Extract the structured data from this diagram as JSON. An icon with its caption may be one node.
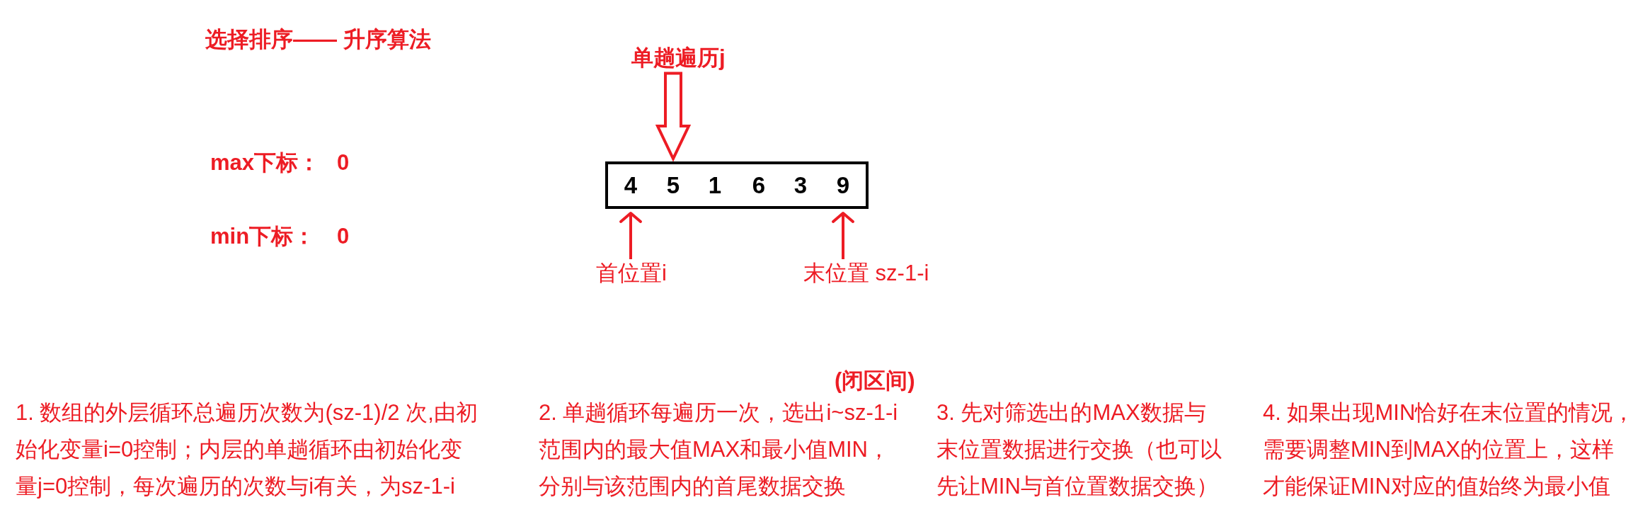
{
  "diagram": {
    "title": "选择排序—— 升序算法",
    "nodes": [
      {
        "text": [
          "单趟遍历j"
        ]
      },
      {
        "text": [],
        "shape": "box"
      },
      {
        "text": [
          "4"
        ],
        "in": 1
      },
      {
        "text": [
          "5"
        ],
        "in": 1
      },
      {
        "text": [
          "1"
        ],
        "in": 1
      },
      {
        "text": [
          "6"
        ],
        "in": 1
      },
      {
        "text": [
          "3"
        ],
        "in": 1
      },
      {
        "text": [
          "9"
        ],
        "in": 1
      },
      {
        "text": [
          "首位置i"
        ]
      },
      {
        "text": [
          "末位置 sz-1-i"
        ]
      }
    ],
    "edges": [
      {
        "from": 0,
        "to": 3,
        "arrow": "to"
      },
      {
        "from": 8,
        "to": 2,
        "arrow": "to"
      },
      {
        "from": 9,
        "to": 7,
        "arrow": "to"
      }
    ],
    "labels": [
      "max下标：",
      "0",
      "min下标：",
      "0",
      "(闭区间)",
      "1. 数组的外层循环总遍历次数为(sz-1)/2 次,由初始化变量i=0控制；内层的单趟循环由初始化变量j=0控制，每次遍历的次数与i有关，为sz-1-i",
      "2. 单趟循环每遍历一次，选出i~sz-1-i范围内的最大值MAX和最小值MIN，分别与该范围内的首尾数据交换",
      "3. 先对筛选出的MAX数据与末位置数据进行交换（也可以先让MIN与首位置数据交换）",
      "4. 如果出现MIN恰好在末位置的情况，需要调整MIN到MAX的位置上，这样才能保证MIN对应的值始终为最小值"
    ]
  }
}
